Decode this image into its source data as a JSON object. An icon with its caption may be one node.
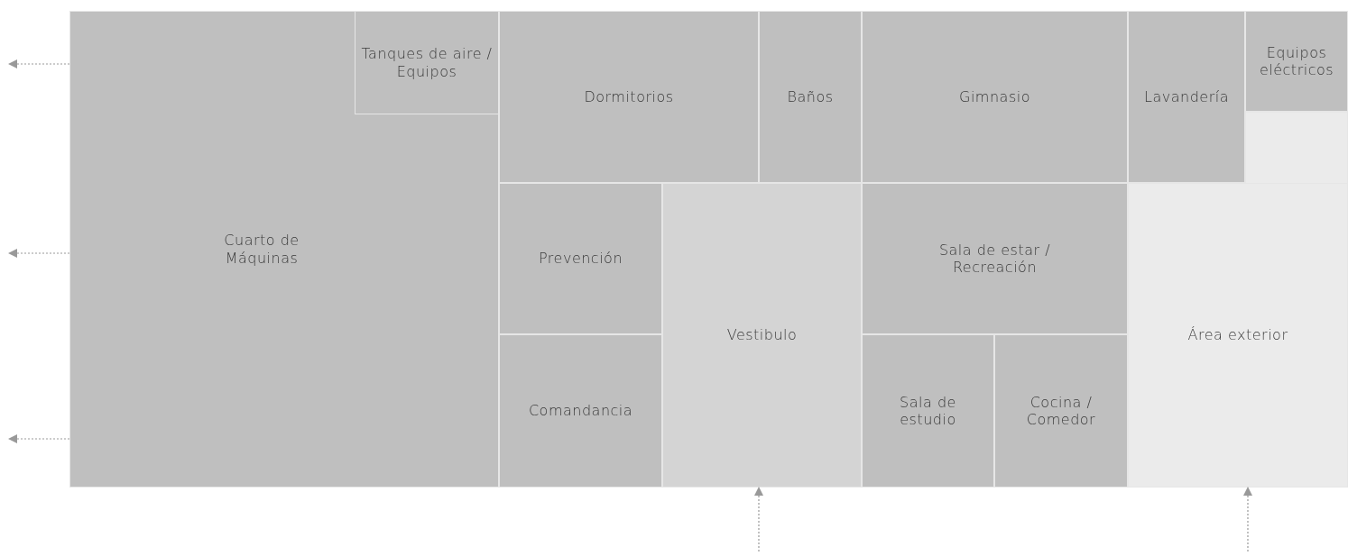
{
  "diagram": {
    "nodes": [
      {
        "text": [
          "Cuarto de Máquinas"
        ]
      },
      {
        "text": [
          "Tanques de aire / Equipos"
        ],
        "in": 0
      },
      {
        "text": [
          "Dormitorios"
        ]
      },
      {
        "text": [
          "Baños"
        ]
      },
      {
        "text": [
          "Gimnasio"
        ]
      },
      {
        "text": [
          "Lavandería"
        ]
      },
      {
        "text": [
          "Equipos eléctricos"
        ]
      },
      {
        "text": [
          "Prevención"
        ]
      },
      {
        "text": [
          "Vestibulo"
        ]
      },
      {
        "text": [
          "Sala de estar / Recreación"
        ]
      },
      {
        "text": [
          "Comandancia"
        ]
      },
      {
        "text": [
          "Sala de estudio"
        ]
      },
      {
        "text": [
          "Cocina / Comedor"
        ]
      },
      {
        "text": [
          "Área exterior"
        ]
      }
    ],
    "edges": [
      {
        "from": 0,
        "to": null,
        "arrow": "to",
        "style": "dashed"
      },
      {
        "from": 0,
        "to": null,
        "arrow": "to",
        "style": "dashed"
      },
      {
        "from": 0,
        "to": null,
        "arrow": "to",
        "style": "dashed"
      },
      {
        "from": null,
        "to": 8,
        "arrow": "to",
        "style": "dashed"
      },
      {
        "from": null,
        "to": 13,
        "arrow": "to",
        "style": "dashed"
      }
    ]
  }
}
